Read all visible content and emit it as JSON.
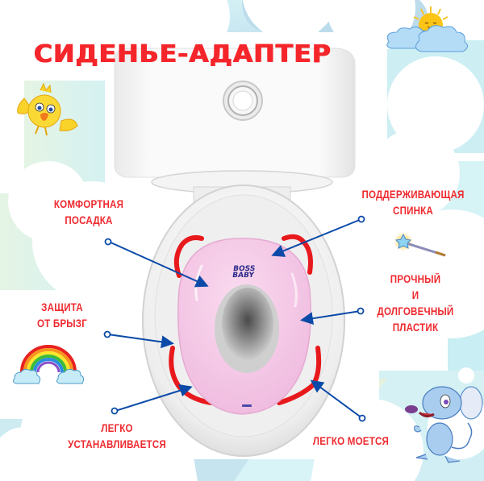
{
  "title": "СИДЕНЬЕ-АДАПТЕР",
  "colors": {
    "title_red": "#f5262b",
    "label_red": "#ef2a2f",
    "arrow_blue": "#0b4aa8",
    "seat_pink": "#f3c6e4",
    "seat_rim_red": "#e8191d",
    "sky_blue": "#cdeef5",
    "cloud_white": "#ffffff"
  },
  "features": [
    {
      "id": "comfort",
      "lines": [
        "КОМФОРТНАЯ",
        "ПОСАДКА"
      ]
    },
    {
      "id": "back-support",
      "lines": [
        "ПОДДЕРЖИВАЮЩАЯ",
        "СПИНКА"
      ]
    },
    {
      "id": "splash",
      "lines": [
        "ЗАЩИТА",
        "ОТ БРЫЗГ"
      ]
    },
    {
      "id": "durable",
      "lines": [
        "ПРОЧНЫЙ",
        "И",
        "ДОЛГОВЕЧНЫЙ",
        "ПЛАСТИК"
      ]
    },
    {
      "id": "easy-install",
      "lines": [
        "ЛЕГКО",
        "УСТАНАВЛИВАЕТСЯ"
      ]
    },
    {
      "id": "easy-wash",
      "lines": [
        "ЛЕГКО МОЕТСЯ"
      ]
    }
  ],
  "product": {
    "brand_logo": [
      "BOSS",
      "BABY"
    ]
  },
  "decorations": [
    "sun-cloud-icon",
    "yellow-bird-icon",
    "magic-wand-icon",
    "rainbow-icon",
    "mouse-icon"
  ]
}
